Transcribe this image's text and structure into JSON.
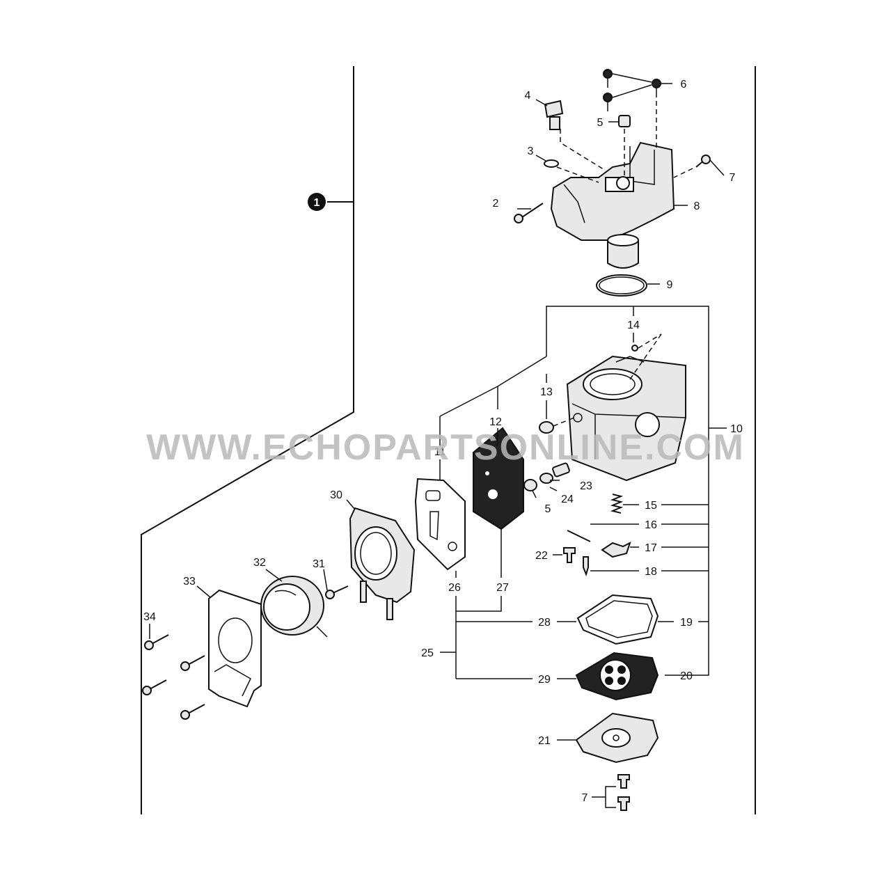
{
  "watermark": "WWW.ECHOPARTSONLINE.COM",
  "assembly_number": "1",
  "callouts": [
    "2",
    "3",
    "4",
    "5",
    "6",
    "7",
    "8",
    "9",
    "10",
    "11",
    "12",
    "13",
    "14",
    "15",
    "16",
    "17",
    "18",
    "19",
    "20",
    "21",
    "22",
    "23",
    "24",
    "5",
    "25",
    "26",
    "27",
    "28",
    "29",
    "30",
    "31",
    "32",
    "33",
    "34",
    "7"
  ]
}
